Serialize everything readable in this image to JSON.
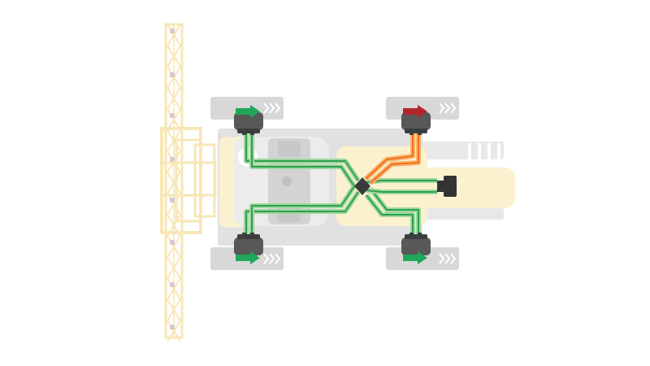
{
  "colors": {
    "background": "#ffffff",
    "boom": "#f7e7b6",
    "boom_fill": "#fdf3d6",
    "machine_body": "#e1e1e1",
    "machine_body_dark": "#d3d3d3",
    "tank_light": "#ececec",
    "cab": "#fbf1cf",
    "track": "#d8d8d8",
    "chevron": "#ffffff",
    "motor": "#585858",
    "motor_dark": "#3d3d3d",
    "controller": "#3a3a3a",
    "connector": "#333333",
    "line_ok": "#2ca24b",
    "line_ok_light": "#9fd69f",
    "line_fault": "#f2701c",
    "line_fault_light": "#f7b36a",
    "arrow_ok": "#1fa659",
    "arrow_fault": "#b3262d"
  },
  "wheels": [
    {
      "name": "wheel-front-left",
      "status": "ok"
    },
    {
      "name": "wheel-front-right",
      "status": "fault"
    },
    {
      "name": "wheel-rear-left",
      "status": "ok"
    },
    {
      "name": "wheel-rear-right",
      "status": "ok"
    }
  ],
  "icons": {
    "controller": "diamond-controller-icon",
    "connector": "connector-plug-icon",
    "arrow": "direction-arrow-icon"
  }
}
